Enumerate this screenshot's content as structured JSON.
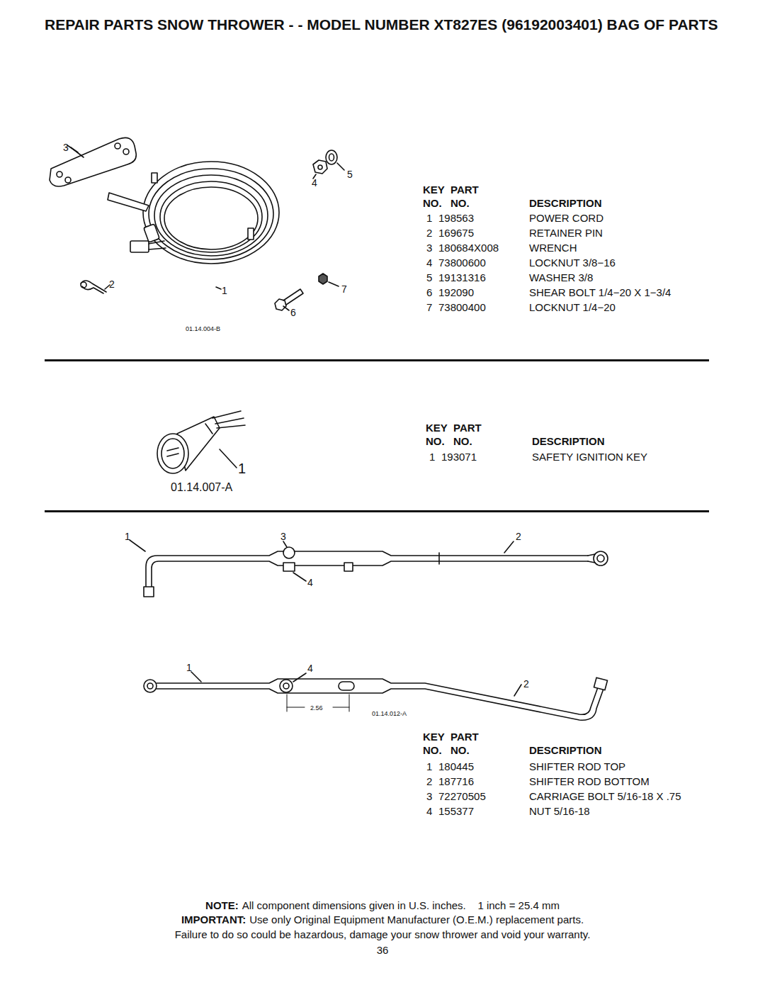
{
  "diagram": {
    "title": "REPAIR PARTS SNOW THROWER - - MODEL NUMBER XT827ES (96192003401) BAG OF PARTS",
    "labels": [
      "3",
      "5",
      "4",
      "2",
      "1",
      "7",
      "6",
      "01.14.004-B",
      "KEY",
      "PART",
      "NO.",
      "NO.",
      "DESCRIPTION",
      "1",
      "198563",
      "POWER CORD",
      "2",
      "169675",
      "RETAINER PIN",
      "3",
      "180684X008",
      "WRENCH",
      "4",
      "73800600",
      "LOCKNUT 3/8−16",
      "5",
      "19131316",
      "WASHER 3/8",
      "6",
      "192090",
      "SHEAR BOLT 1/4−20 X 1−3/4",
      "7",
      "73800400",
      "LOCKNUT 1/4−20",
      "1",
      "01.14.007-A",
      "KEY",
      "PART",
      "NO.",
      "NO.",
      "DESCRIPTION",
      "1",
      "193071",
      "SAFETY IGNITION KEY",
      "1",
      "3",
      "2",
      "4",
      "1",
      "4",
      "2",
      "2.56",
      "01.14.012-A",
      "KEY",
      "PART",
      "NO.",
      "NO.",
      "DESCRIPTION",
      "1",
      "180445",
      "SHIFTER ROD TOP",
      "2",
      "187716",
      "SHIFTER ROD BOTTOM",
      "3",
      "72270505",
      "CARRIAGE BOLT 5/16-18 X .75",
      "4",
      "155377",
      "NUT 5/16-18",
      "NOTE:",
      "All component dimensions given in U.S. inches.    1 inch = 25.4 mm",
      "IMPORTANT:",
      "Use only Original Equipment Manufacturer (O.E.M.) replacement parts.",
      "Failure to do so could be hazardous, damage your snow thrower and void your warranty.",
      "36"
    ]
  }
}
